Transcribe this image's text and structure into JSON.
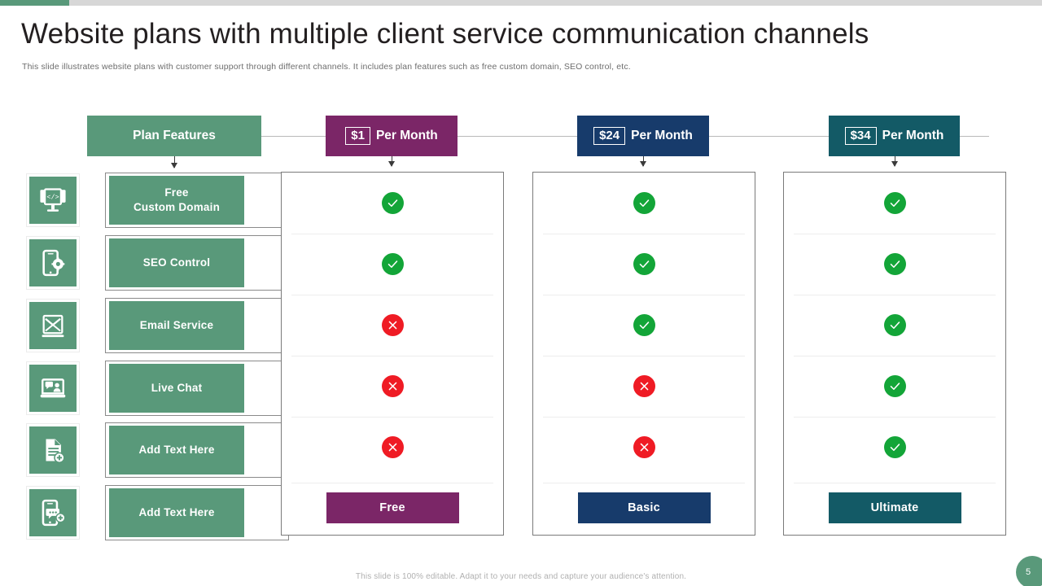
{
  "slide": {
    "title": "Website plans with multiple client service communication channels",
    "subtitle": "This slide illustrates website plans with customer support through different channels. It includes plan features such as free custom domain, SEO  control, etc.",
    "footer_note": "This slide is 100% editable.  Adapt it to your needs and capture your audience's attention.",
    "page_number": "5"
  },
  "colors": {
    "green": "#59997a",
    "purple": "#7b2667",
    "navy": "#173b6b",
    "teal": "#135a66",
    "yes": "#13a538",
    "no": "#ef1b24"
  },
  "headers": [
    {
      "label": "Plan Features",
      "price": "",
      "theme": "green"
    },
    {
      "label": "Per Month",
      "price": "$1",
      "theme": "purple"
    },
    {
      "label": "Per Month",
      "price": "$24",
      "theme": "navy"
    },
    {
      "label": "Per Month",
      "price": "$34",
      "theme": "teal"
    }
  ],
  "features": [
    {
      "label": "Free\nCustom Domain",
      "icon": "monitor-code-icon"
    },
    {
      "label": "SEO  Control",
      "icon": "phone-gear-icon"
    },
    {
      "label": "Email Service",
      "icon": "email-envelope-icon"
    },
    {
      "label": "Live Chat",
      "icon": "laptop-chat-icon"
    },
    {
      "label": "Add Text Here",
      "icon": "document-plus-icon"
    },
    {
      "label": "Add Text Here",
      "icon": "phone-chat-plus-icon"
    }
  ],
  "plans": [
    {
      "name": "Free",
      "theme": "purple",
      "price": "$1",
      "marks": [
        "yes",
        "yes",
        "no",
        "no",
        "no"
      ]
    },
    {
      "name": "Basic",
      "theme": "navy",
      "price": "$24",
      "marks": [
        "yes",
        "yes",
        "yes",
        "no",
        "no"
      ]
    },
    {
      "name": "Ultimate",
      "theme": "teal",
      "price": "$34",
      "marks": [
        "yes",
        "yes",
        "yes",
        "yes",
        "yes"
      ]
    }
  ]
}
